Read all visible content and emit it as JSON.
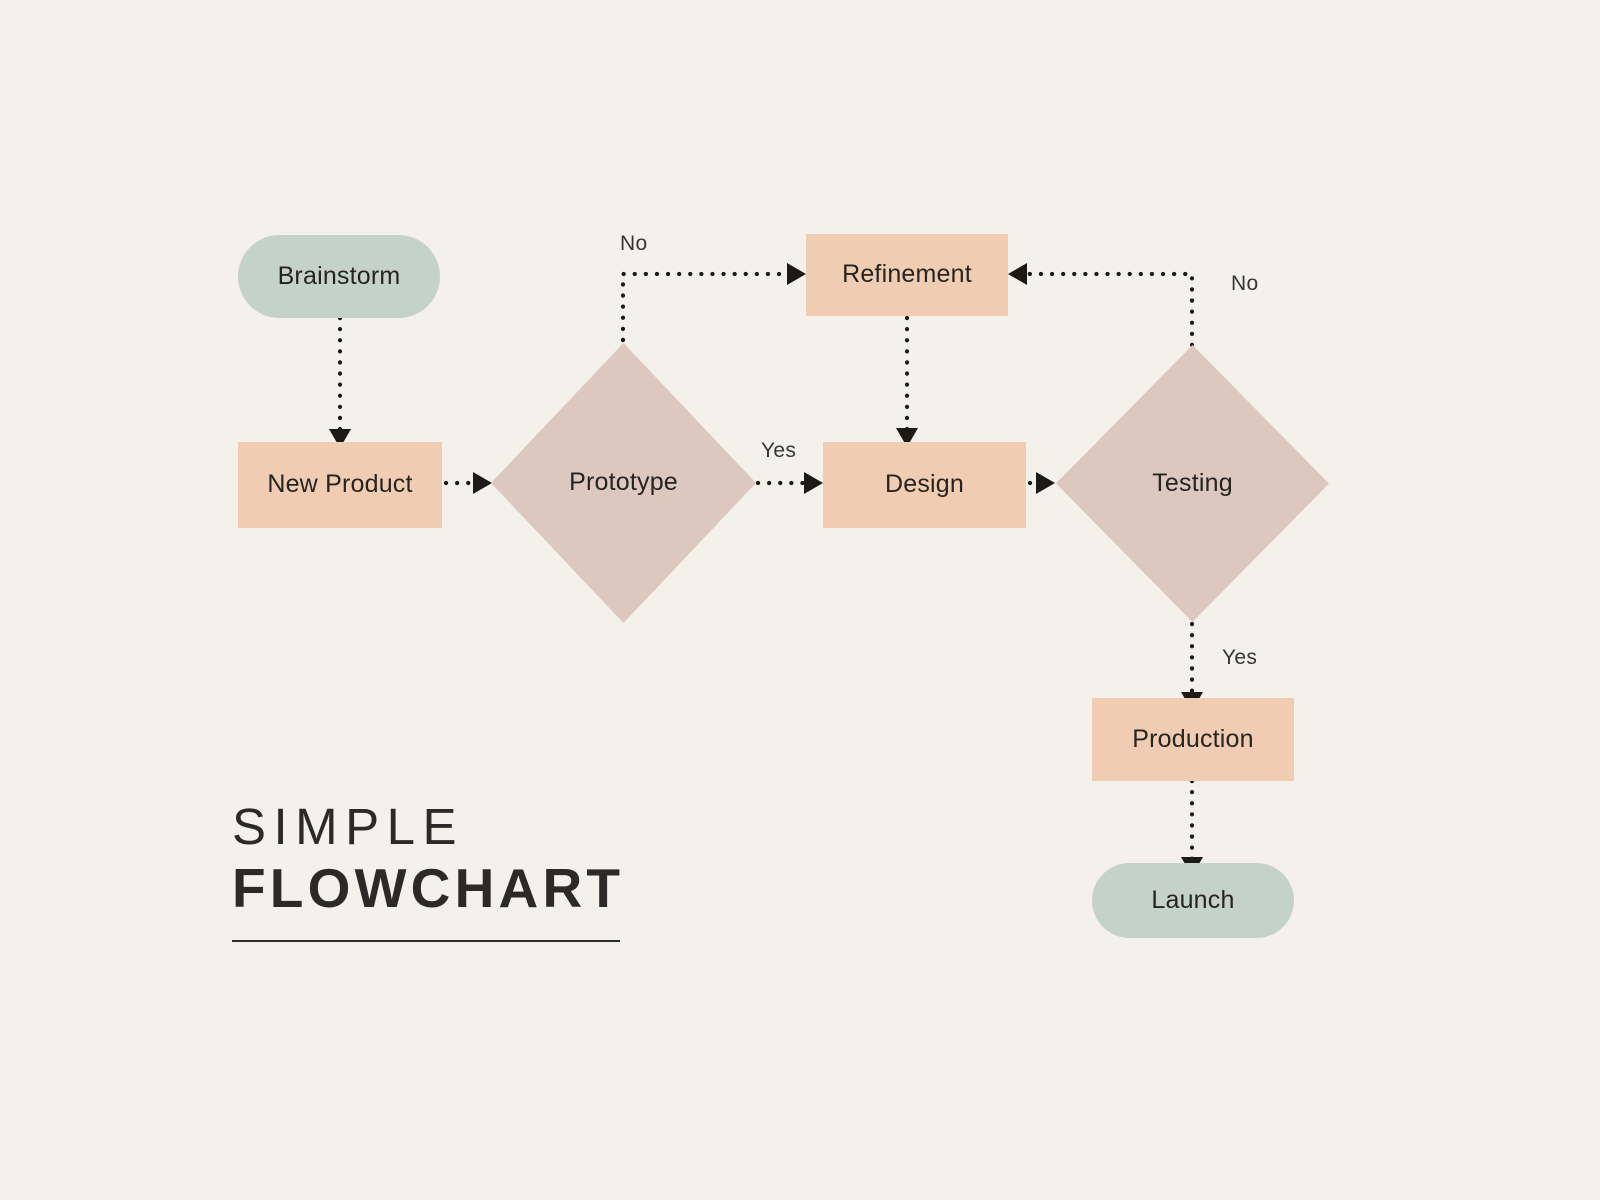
{
  "title": {
    "line1": "SIMPLE",
    "line2": "FLOWCHART"
  },
  "colors": {
    "background": "#f4f0ea",
    "terminator": "#c5d2c8",
    "process": "#f0cdb2",
    "decision": "#ddc8c0",
    "text": "#26241f",
    "connector": "#1c1a17"
  },
  "nodes": [
    {
      "id": "brainstorm",
      "label": "Brainstorm",
      "shape": "pill"
    },
    {
      "id": "new-product",
      "label": "New Product",
      "shape": "rect"
    },
    {
      "id": "prototype",
      "label": "Prototype",
      "shape": "diamond"
    },
    {
      "id": "refinement",
      "label": "Refinement",
      "shape": "rect"
    },
    {
      "id": "design",
      "label": "Design",
      "shape": "rect"
    },
    {
      "id": "testing",
      "label": "Testing",
      "shape": "diamond"
    },
    {
      "id": "production",
      "label": "Production",
      "shape": "rect"
    },
    {
      "id": "launch",
      "label": "Launch",
      "shape": "pill"
    }
  ],
  "edge_labels": {
    "prototype_no": "No",
    "prototype_yes": "Yes",
    "testing_no": "No",
    "testing_yes": "Yes"
  },
  "edges": [
    {
      "from": "brainstorm",
      "to": "new-product",
      "label": ""
    },
    {
      "from": "new-product",
      "to": "prototype",
      "label": ""
    },
    {
      "from": "prototype",
      "to": "refinement",
      "label": "No"
    },
    {
      "from": "prototype",
      "to": "design",
      "label": "Yes"
    },
    {
      "from": "refinement",
      "to": "design",
      "label": ""
    },
    {
      "from": "design",
      "to": "testing",
      "label": ""
    },
    {
      "from": "testing",
      "to": "refinement",
      "label": "No"
    },
    {
      "from": "testing",
      "to": "production",
      "label": "Yes"
    },
    {
      "from": "production",
      "to": "launch",
      "label": ""
    }
  ]
}
